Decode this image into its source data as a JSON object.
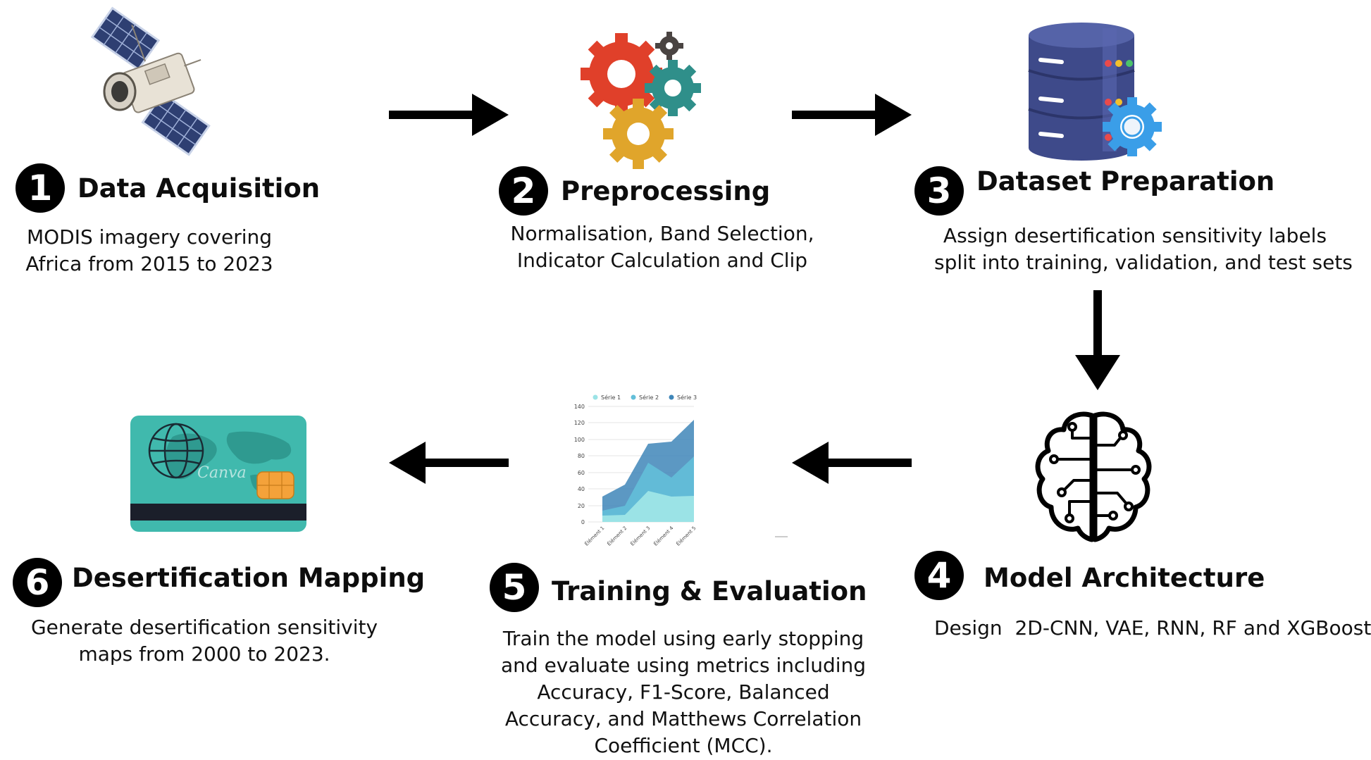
{
  "stages": [
    {
      "number": "1",
      "title": "Data Acquisition",
      "description": [
        "MODIS imagery covering",
        "Africa from 2015 to 2023"
      ],
      "icon": "satellite-icon"
    },
    {
      "number": "2",
      "title": "Preprocessing",
      "description": [
        "Normalisation, Band Selection,",
        "Indicator Calculation and Clip"
      ],
      "icon": "gears-icon"
    },
    {
      "number": "3",
      "title": "Dataset Preparation",
      "description": [
        "Assign desertification sensitivity labels",
        "split into training, validation, and test sets"
      ],
      "icon": "database-gear-icon"
    },
    {
      "number": "4",
      "title": "Model Architecture",
      "description": [
        "Design  2D-CNN, VAE, RNN, RF and XGBoost"
      ],
      "icon": "ai-brain-icon"
    },
    {
      "number": "5",
      "title": "Training & Evaluation",
      "description": [
        "Train the model using early stopping",
        "and evaluate using metrics including",
        "Accuracy, F1-Score, Balanced",
        "Accuracy, and Matthews Correlation",
        "Coefficient (MCC)."
      ],
      "icon": "area-chart-icon"
    },
    {
      "number": "6",
      "title": "Desertification Mapping",
      "description": [
        "Generate desertification sensitivity",
        "maps from 2000 to 2023."
      ],
      "icon": "map-card-icon"
    }
  ],
  "mini_chart": {
    "legend": [
      "Série 1",
      "Série 2",
      "Série 3"
    ],
    "y_ticks": [
      "140",
      "120",
      "100",
      "80",
      "60",
      "40",
      "20",
      "0"
    ],
    "x_ticks": [
      "Élément 1",
      "Élément 2",
      "Élément 3",
      "Élément 4",
      "Élément 5"
    ],
    "colors": [
      "#9be3e6",
      "#63bfd9",
      "#3f86b8"
    ]
  },
  "card_logo_text": "Canva",
  "colors": {
    "accent": "#000000",
    "gear_red": "#e0402a",
    "gear_teal": "#2f8f8a",
    "gear_gold": "#e0a52b",
    "db_blue": "#3e4a8a",
    "card_teal": "#40b9ad",
    "chip_orange": "#f4a23a"
  }
}
